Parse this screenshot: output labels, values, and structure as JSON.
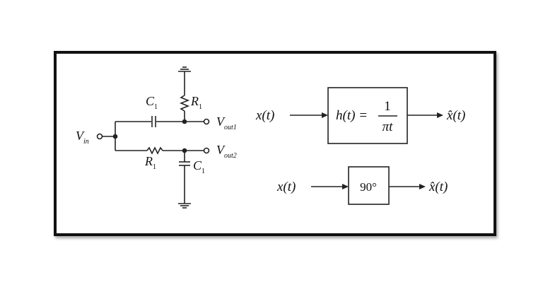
{
  "circuit": {
    "vin": {
      "main": "V",
      "sub": "in"
    },
    "vout1": {
      "main": "V",
      "sub": "out1"
    },
    "vout2": {
      "main": "V",
      "sub": "out2"
    },
    "c_top": {
      "main": "C",
      "sub": "1"
    },
    "r_top": {
      "main": "R",
      "sub": "1"
    },
    "r_bottom": {
      "main": "R",
      "sub": "1"
    },
    "c_bottom": {
      "main": "C",
      "sub": "1"
    }
  },
  "hilbert_block": {
    "input": "x(t)",
    "h_left": "h(t) =",
    "numerator": "1",
    "denominator": "πt",
    "output": "x̂(t)"
  },
  "phase_block": {
    "input": "x(t)",
    "label": "90°",
    "output": "x̂(t)"
  }
}
